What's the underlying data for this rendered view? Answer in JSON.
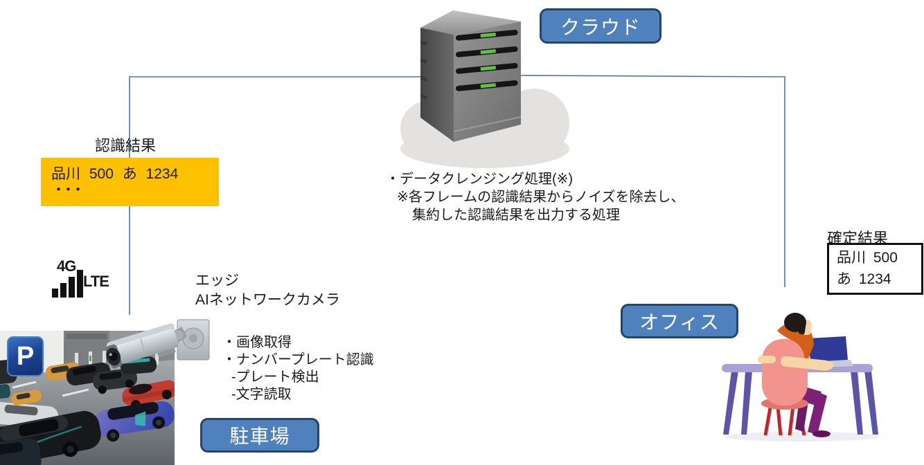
{
  "labels": {
    "cloud": "クラウド",
    "office": "オフィス",
    "parking": "駐車場"
  },
  "recognition_result": {
    "title": "認識結果",
    "plate": "品川 500 あ 1234",
    "more": "・・・"
  },
  "network": {
    "generation": "4G",
    "standard": "LTE"
  },
  "edge_camera": {
    "caption_line1": "エッジ",
    "caption_line2": "AIネットワークカメラ",
    "functions": [
      "・画像取得",
      "・ナンバープレート認識",
      "-プレート検出",
      "-文字読取"
    ]
  },
  "cloud_processing": {
    "line1": "・データクレンジング処理(※)",
    "line2": "※各フレームの認識結果からノイズを除去し、",
    "line3": "集約した認識結果を出力する処理"
  },
  "confirmed_result": {
    "title": "確定結果",
    "plate_line1": "品川 500",
    "plate_line2": "あ 1234"
  },
  "parking_photo": {
    "sign": "P"
  },
  "icons": {
    "server": "server-icon",
    "cloud_shape": "cloud-icon",
    "camera": "security-camera-icon",
    "signal_bars": "signal-bars-icon",
    "laptop": "laptop-icon",
    "person": "person-at-desk-illustration"
  },
  "colors": {
    "label_fill": "#4F81BD",
    "label_border": "#24456E",
    "highlight_yellow": "#FFC000",
    "connector_blue": "#4878A8",
    "led_green": "#5EC244",
    "parking_sign_blue": "#1F4E9C"
  }
}
